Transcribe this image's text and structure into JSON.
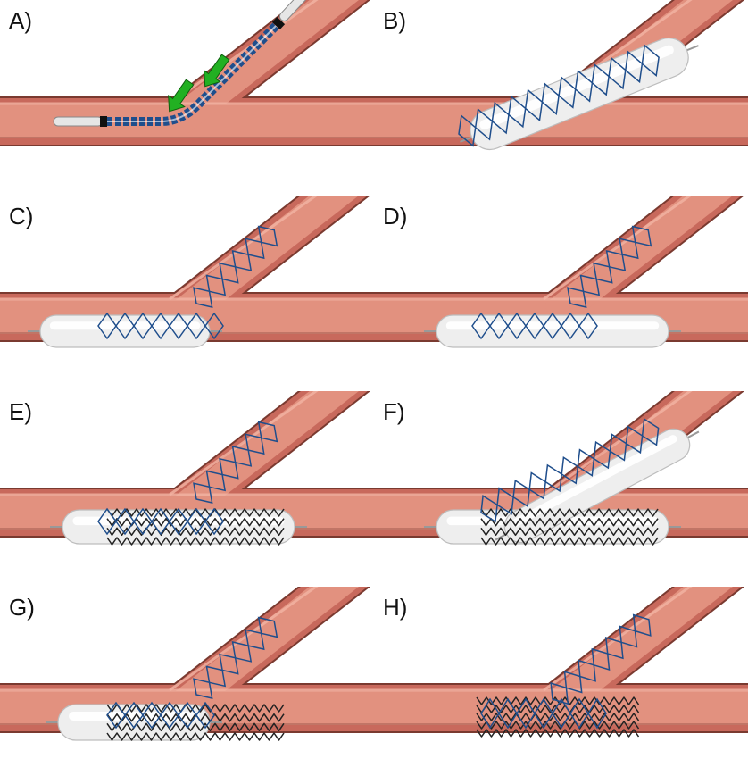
{
  "panels": [
    {
      "label": "A)",
      "step": "delivery"
    },
    {
      "label": "B)",
      "step": "side-branch-inflation"
    },
    {
      "label": "C)",
      "step": "main-branch-balloon-proximal"
    },
    {
      "label": "D)",
      "step": "main-branch-balloon-full"
    },
    {
      "label": "E)",
      "step": "main-stent-crossing"
    },
    {
      "label": "F)",
      "step": "kissing-balloons"
    },
    {
      "label": "G)",
      "step": "proximal-optimization"
    },
    {
      "label": "H)",
      "step": "final-result"
    }
  ],
  "colors": {
    "vessel_wall": "#c8695c",
    "vessel_lumen": "#e2917f",
    "vessel_highlight": "#f2b4a4",
    "vessel_outline": "#7a3a30",
    "balloon": "#eeeeee",
    "balloon_shade": "#bdbdbd",
    "stent_blue": "#1f4e8c",
    "stent_dark": "#222222",
    "arrow_green": "#22b022"
  }
}
